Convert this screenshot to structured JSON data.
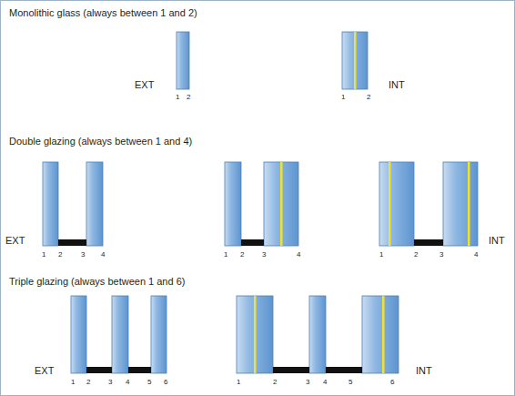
{
  "diagram": {
    "labels": [
      "Monolithic glass (always between 1 and 2)",
      "EXT",
      "1",
      "2",
      "1",
      "2",
      "INT",
      "Double glazing (always between 1 and 4)",
      "EXT",
      "1",
      "2",
      "3",
      "4",
      "1",
      "2",
      "3",
      "4",
      "1",
      "2",
      "3",
      "4",
      "INT",
      "Triple glazing (always between 1 and 6)",
      "EXT",
      "1",
      "2",
      "3",
      "4",
      "5",
      "6",
      "1",
      "2",
      "3",
      "4",
      "5",
      "6",
      "INT"
    ]
  }
}
